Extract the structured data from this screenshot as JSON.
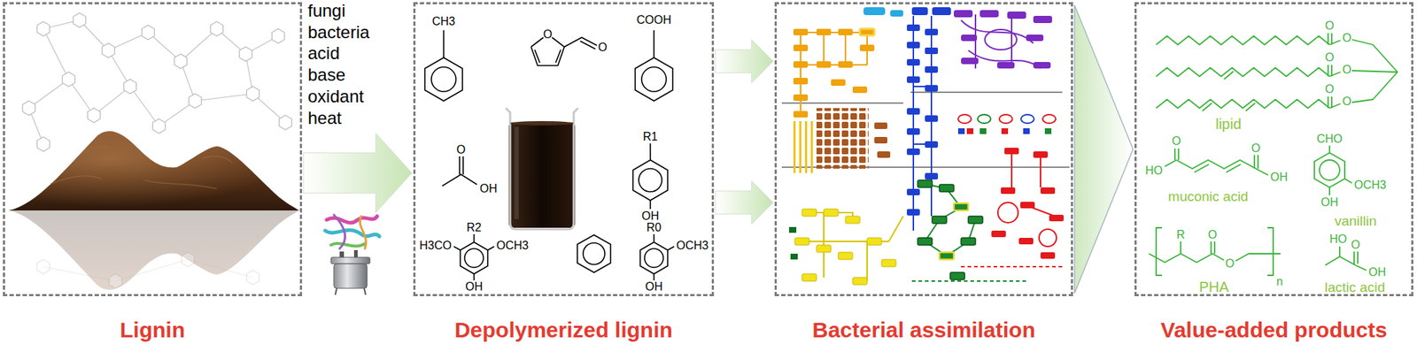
{
  "diagram": {
    "nodes": [
      {
        "text": [
          "Lignin"
        ]
      },
      {
        "text": [
          "Depolymerized lignin"
        ]
      },
      {
        "text": [
          "Bacterial assimilation"
        ]
      },
      {
        "text": [
          "Value-added products"
        ]
      }
    ],
    "edges": [
      {
        "from": 0,
        "to": 1,
        "arrow": "to"
      },
      {
        "from": 1,
        "to": 2,
        "arrow": "to"
      },
      {
        "from": 1,
        "to": 2,
        "arrow": "to"
      },
      {
        "from": 2,
        "to": 3,
        "arrow": "to"
      }
    ],
    "labels": [
      "fungi",
      "bacteria",
      "acid",
      "base",
      "oxidant",
      "heat",
      "CH3",
      "O",
      "O",
      "COOH",
      "O",
      "OH",
      "R1",
      "OH",
      "R2",
      "H3CO",
      "OCH3",
      "OH",
      "R0",
      "OCH3",
      "OH",
      "O",
      "O",
      "O",
      "O",
      "O",
      "O",
      "lipid",
      "HO",
      "O",
      "O",
      "OH",
      "muconic acid",
      "CHO",
      "OCH3",
      "OH",
      "vanillin",
      "R",
      "O",
      "O",
      "n",
      "PHA",
      "HO",
      "O",
      "OH",
      "lactic acid"
    ]
  }
}
